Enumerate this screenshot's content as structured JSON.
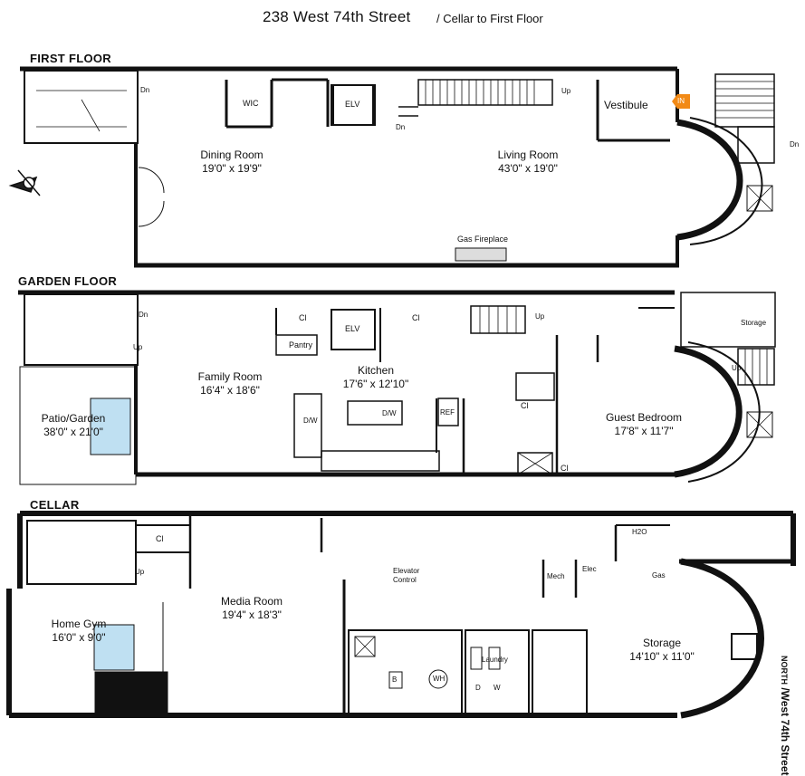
{
  "header": {
    "title": "238 West 74th Street",
    "subtitle": "/ Cellar to First Floor"
  },
  "sections": {
    "first": "FIRST FLOOR",
    "garden": "GARDEN FLOOR",
    "cellar": "CELLAR"
  },
  "first_floor": {
    "dining": {
      "name": "Dining Room",
      "dims": "19'0\" x 19'9\""
    },
    "living": {
      "name": "Living Room",
      "dims": "43'0\" x 19'0\""
    },
    "vestibule": "Vestibule",
    "wic": "WIC",
    "elv": "ELV",
    "fireplace": "Gas Fireplace",
    "dn_left": "Dn",
    "dn_stairs": "Dn",
    "up_stairs": "Up",
    "dn_stoop": "Dn",
    "entry_arrow": "IN"
  },
  "garden_floor": {
    "family": {
      "name": "Family Room",
      "dims": "16'4\" x 18'6\""
    },
    "kitchen": {
      "name": "Kitchen",
      "dims": "17'6\" x 12'10\""
    },
    "patio": {
      "name": "Patio/Garden",
      "dims": "38'0\" x 21'0\""
    },
    "guest": {
      "name": "Guest Bedroom",
      "dims": "17'8\" x 11'7\""
    },
    "pantry": "Pantry",
    "cl_1": "Cl",
    "cl_2": "Cl",
    "cl_3": "Cl",
    "cl_4": "Cl",
    "elv": "ELV",
    "dw_1": "D/W",
    "dw_2": "D/W",
    "ref": "REF",
    "storage": "Storage",
    "dn": "Dn",
    "up_1": "Up",
    "up_2": "Up",
    "up_3": "Up"
  },
  "cellar": {
    "media": {
      "name": "Media Room",
      "dims": "19'4\" x 18'3\""
    },
    "gym": {
      "name": "Home Gym",
      "dims": "16'0\" x 9'0\""
    },
    "storage": {
      "name": "Storage",
      "dims": "14'10\" x 11'0\""
    },
    "elevator_control": "Elevator\nControl",
    "laundry": "Laundry",
    "mech": "Mech",
    "elec": "Elec",
    "gas": "Gas",
    "h2o": "H2O",
    "cl": "Cl",
    "up": "Up",
    "b": "B",
    "wh": "WH",
    "d": "D",
    "w": "W"
  },
  "orientation": {
    "north": "NORTH",
    "street": "/West 74th Street"
  }
}
